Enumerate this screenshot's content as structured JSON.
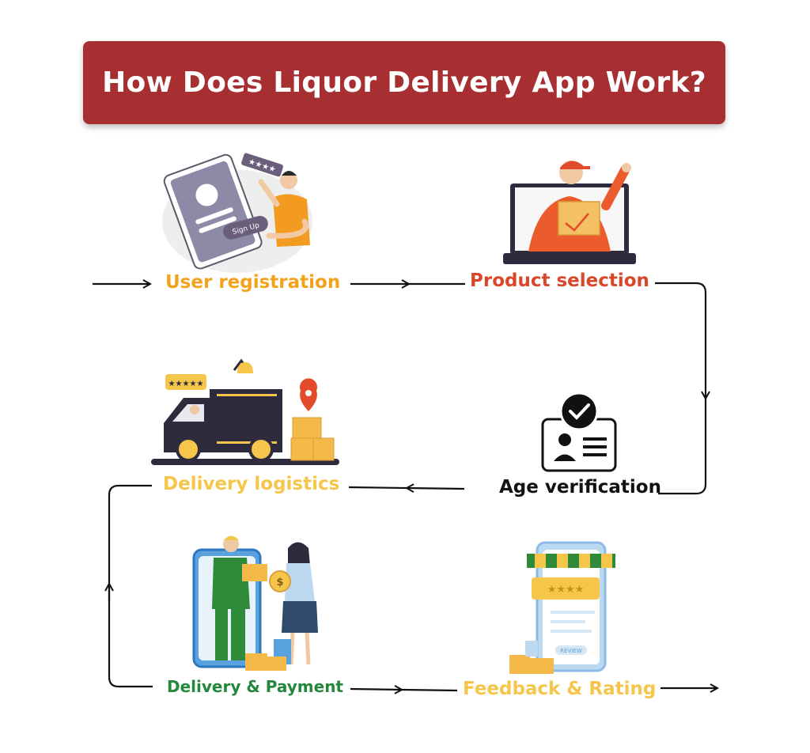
{
  "title": "How Does Liquor Delivery App Work?",
  "steps": [
    {
      "label": "User registration",
      "color": "#f2a31b"
    },
    {
      "label": "Product selection",
      "color": "#d9472b"
    },
    {
      "label": "Age verification",
      "color": "#111111"
    },
    {
      "label": "Delivery logistics",
      "color": "#f5c64a"
    },
    {
      "label": "Delivery & Payment",
      "color": "#23873c"
    },
    {
      "label": "Feedback & Rating",
      "color": "#f5c64a"
    }
  ],
  "illustrations": {
    "signup_button_text": "Sign Up",
    "review_button_text": "REVIEW"
  },
  "colors": {
    "title_bg": "#a72f32",
    "title_text": "#ffffff",
    "arrow": "#111111"
  }
}
